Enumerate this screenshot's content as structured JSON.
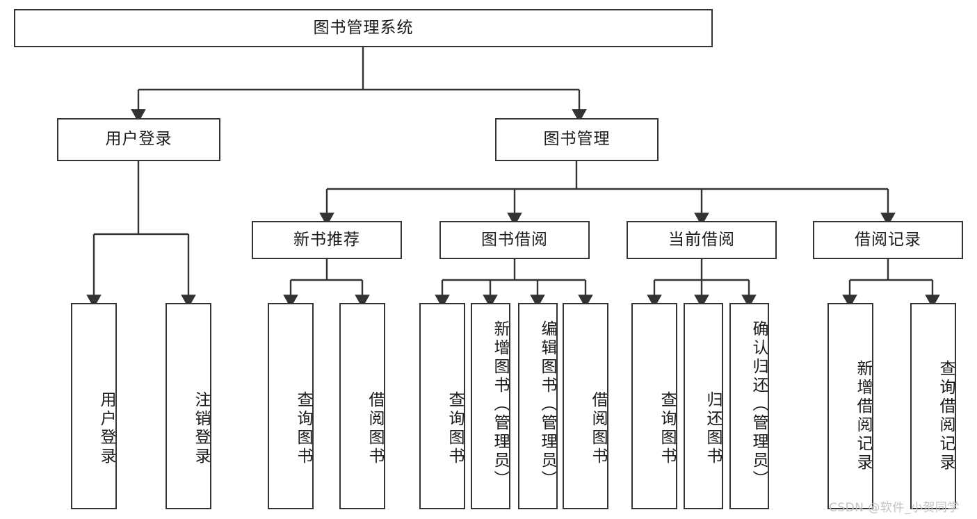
{
  "diagram": {
    "title": "图书管理系统",
    "type": "tree",
    "orientation": "top-down",
    "colors": {
      "node_border": "#333333",
      "node_fill": "#ffffff",
      "edge": "#333333",
      "text": "#1a1a1a",
      "watermark": "#c3c3c3",
      "background": "#ffffff"
    },
    "nodes": {
      "root": {
        "label": "图书管理系统",
        "level": 1,
        "orientation": "horizontal"
      },
      "l2": [
        {
          "id": "user_login",
          "label": "用户登录",
          "level": 2,
          "orientation": "horizontal"
        },
        {
          "id": "book_mgmt",
          "label": "图书管理",
          "level": 2,
          "orientation": "horizontal"
        }
      ],
      "l3": [
        {
          "id": "new_book_rec",
          "label": "新书推荐",
          "level": 3,
          "orientation": "horizontal"
        },
        {
          "id": "book_borrow",
          "label": "图书借阅",
          "level": 3,
          "orientation": "horizontal"
        },
        {
          "id": "current_borrow",
          "label": "当前借阅",
          "level": 3,
          "orientation": "horizontal"
        },
        {
          "id": "borrow_record",
          "label": "借阅记录",
          "level": 3,
          "orientation": "horizontal"
        }
      ],
      "leaves": [
        {
          "id": "leaf_user_login",
          "label": "用户登录",
          "parent": "user_login",
          "orientation": "vertical"
        },
        {
          "id": "leaf_user_logout",
          "label": "注销登录",
          "parent": "user_login",
          "orientation": "vertical"
        },
        {
          "id": "leaf_query_book_1",
          "label": "查询图书",
          "parent": "new_book_rec",
          "orientation": "vertical"
        },
        {
          "id": "leaf_borrow_book_1",
          "label": "借阅图书",
          "parent": "new_book_rec",
          "orientation": "vertical"
        },
        {
          "id": "leaf_query_book_2",
          "label": "查询图书",
          "parent": "book_borrow",
          "orientation": "vertical"
        },
        {
          "id": "leaf_add_book",
          "label": "新增图书（管理员）",
          "parent": "book_borrow",
          "orientation": "vertical"
        },
        {
          "id": "leaf_edit_book",
          "label": "编辑图书（管理员）",
          "parent": "book_borrow",
          "orientation": "vertical"
        },
        {
          "id": "leaf_borrow_book_2",
          "label": "借阅图书",
          "parent": "book_borrow",
          "orientation": "vertical"
        },
        {
          "id": "leaf_query_book_3",
          "label": "查询图书",
          "parent": "current_borrow",
          "orientation": "vertical"
        },
        {
          "id": "leaf_return_book",
          "label": "归还图书",
          "parent": "current_borrow",
          "orientation": "vertical"
        },
        {
          "id": "leaf_confirm_return",
          "label": "确认归还（管理员）",
          "parent": "current_borrow",
          "orientation": "vertical"
        },
        {
          "id": "leaf_add_record",
          "label": "新增借阅记录",
          "parent": "borrow_record",
          "orientation": "vertical"
        },
        {
          "id": "leaf_query_record",
          "label": "查询借阅记录",
          "parent": "borrow_record",
          "orientation": "vertical"
        }
      ]
    },
    "edges": [
      {
        "from": "root",
        "to": "user_login"
      },
      {
        "from": "root",
        "to": "book_mgmt"
      },
      {
        "from": "user_login",
        "to": "leaf_user_login"
      },
      {
        "from": "user_login",
        "to": "leaf_user_logout"
      },
      {
        "from": "book_mgmt",
        "to": "new_book_rec"
      },
      {
        "from": "book_mgmt",
        "to": "book_borrow"
      },
      {
        "from": "book_mgmt",
        "to": "current_borrow"
      },
      {
        "from": "book_mgmt",
        "to": "borrow_record"
      },
      {
        "from": "new_book_rec",
        "to": "leaf_query_book_1"
      },
      {
        "from": "new_book_rec",
        "to": "leaf_borrow_book_1"
      },
      {
        "from": "book_borrow",
        "to": "leaf_query_book_2"
      },
      {
        "from": "book_borrow",
        "to": "leaf_add_book"
      },
      {
        "from": "book_borrow",
        "to": "leaf_edit_book"
      },
      {
        "from": "book_borrow",
        "to": "leaf_borrow_book_2"
      },
      {
        "from": "current_borrow",
        "to": "leaf_query_book_3"
      },
      {
        "from": "current_borrow",
        "to": "leaf_return_book"
      },
      {
        "from": "current_borrow",
        "to": "leaf_confirm_return"
      },
      {
        "from": "borrow_record",
        "to": "leaf_add_record"
      },
      {
        "from": "borrow_record",
        "to": "leaf_query_record"
      }
    ]
  },
  "watermark": {
    "text": "CSDN @软件_小贺同学"
  }
}
